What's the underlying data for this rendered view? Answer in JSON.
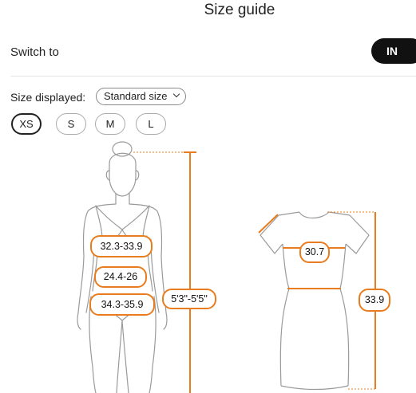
{
  "header": {
    "title": "Size guide"
  },
  "switch": {
    "label": "Switch to",
    "unit_button": "IN"
  },
  "size_display": {
    "label": "Size displayed:",
    "selected": "Standard size"
  },
  "sizes": [
    "XS",
    "S",
    "M",
    "L"
  ],
  "active_size": "XS",
  "body_measurements": {
    "bust": "32.3-33.9",
    "waist": "24.4-26",
    "hips": "34.3-35.9",
    "height": "5'3\"-5'5\""
  },
  "garment_measurements": {
    "chest": "30.7",
    "length": "33.9"
  },
  "colors": {
    "accent": "#e87c1e",
    "button_bg": "#111111"
  }
}
